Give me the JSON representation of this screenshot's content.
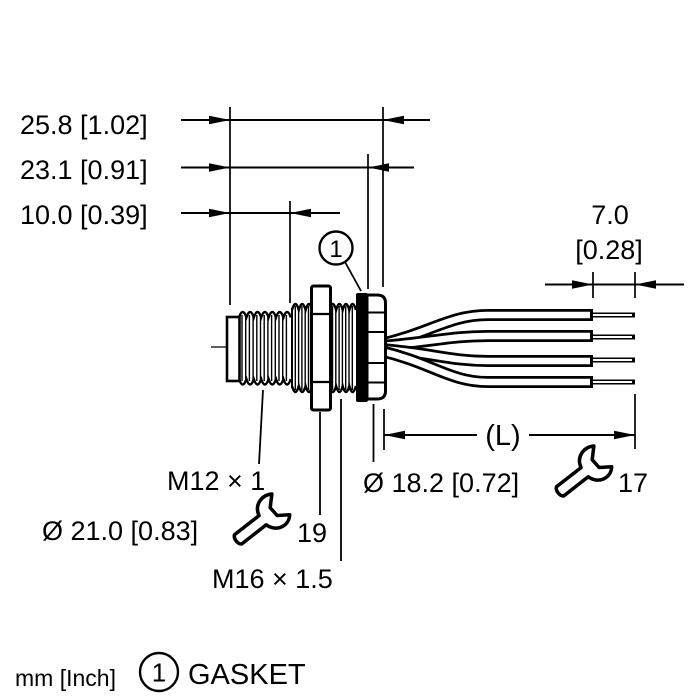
{
  "colors": {
    "ink": "#000000",
    "background": "#ffffff"
  },
  "header_dims": {
    "overall": "25.8 [1.02]",
    "to_face": "23.1 [0.91]",
    "thread_len": "10.0 [0.39]"
  },
  "tip_dim": {
    "mm": "7.0",
    "inch": "[0.28]"
  },
  "length_dim": {
    "label": "(L)"
  },
  "callout": {
    "number": "1"
  },
  "part_labels": {
    "front_thread": "M12 × 1",
    "front_dia": "Ø 21.0 [0.83]",
    "front_wrench_size": "19",
    "mount_thread": "M16 × 1.5",
    "gasket_dia": "Ø 18.2 [0.72]",
    "mount_wrench_size": "17"
  },
  "footer": {
    "units": "mm [Inch]",
    "legend_number": "1",
    "legend_label": "GASKET"
  }
}
